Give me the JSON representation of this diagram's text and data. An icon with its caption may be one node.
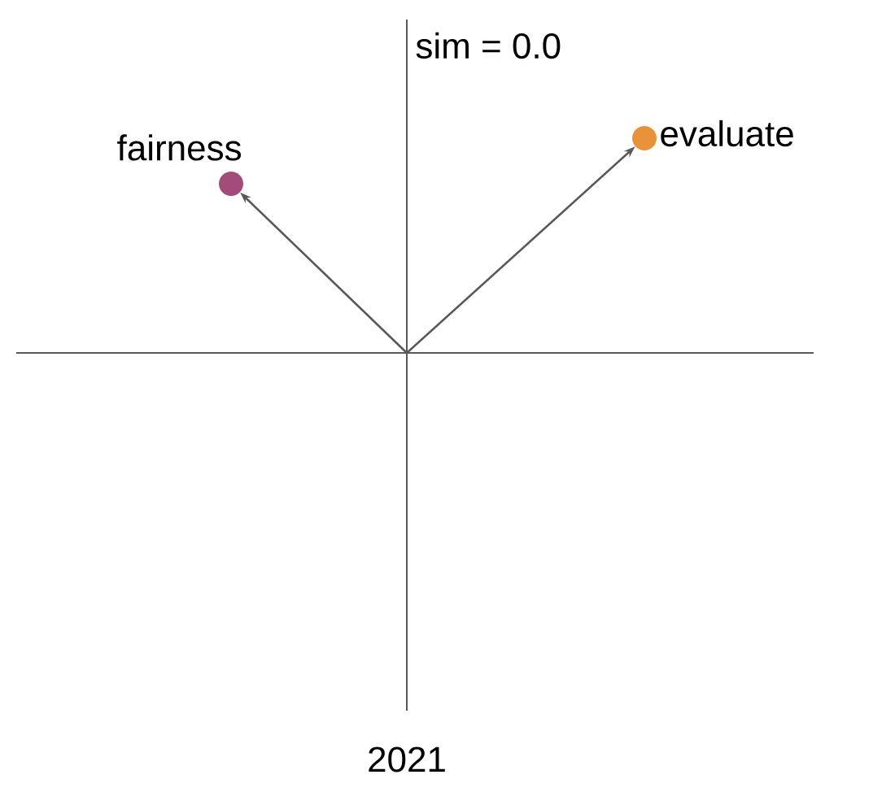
{
  "diagram": {
    "nodes": [
      {
        "text": [],
        "shape": "circle",
        "beside": [
          "fairness"
        ]
      },
      {
        "text": [],
        "shape": "circle",
        "beside": [
          "evaluate"
        ]
      }
    ],
    "edges": [
      {
        "from": null,
        "to": 0,
        "arrow": "to"
      },
      {
        "from": null,
        "to": 1,
        "arrow": "to"
      }
    ],
    "labels": [
      "sim = 0.0",
      "2021"
    ]
  }
}
